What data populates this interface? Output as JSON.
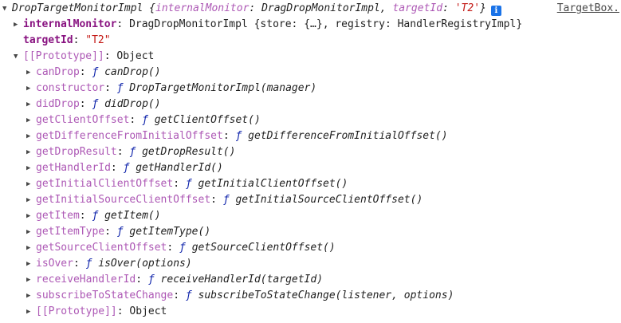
{
  "header": {
    "summary_prefix": "DropTargetMonitorImpl {",
    "k1": "internalMonitor",
    "v1": "DragDropMonitorImpl",
    "k2": "targetId",
    "v2": "'T2'",
    "summary_suffix": "}",
    "source_link": "TargetBox.",
    "info_icon": "i"
  },
  "props": {
    "internalMonitor": {
      "key": "internalMonitor",
      "value": "DragDropMonitorImpl {store: {…}, registry: HandlerRegistryImpl}"
    },
    "targetId": {
      "key": "targetId",
      "value": "\"T2\""
    }
  },
  "prototype": {
    "label": "[[Prototype]]",
    "value": "Object",
    "methods": [
      {
        "key": "canDrop",
        "sig": "canDrop()"
      },
      {
        "key": "constructor",
        "sig": "DropTargetMonitorImpl(manager)"
      },
      {
        "key": "didDrop",
        "sig": "didDrop()"
      },
      {
        "key": "getClientOffset",
        "sig": "getClientOffset()"
      },
      {
        "key": "getDifferenceFromInitialOffset",
        "sig": "getDifferenceFromInitialOffset()"
      },
      {
        "key": "getDropResult",
        "sig": "getDropResult()"
      },
      {
        "key": "getHandlerId",
        "sig": "getHandlerId()"
      },
      {
        "key": "getInitialClientOffset",
        "sig": "getInitialClientOffset()"
      },
      {
        "key": "getInitialSourceClientOffset",
        "sig": "getInitialSourceClientOffset()"
      },
      {
        "key": "getItem",
        "sig": "getItem()"
      },
      {
        "key": "getItemType",
        "sig": "getItemType()"
      },
      {
        "key": "getSourceClientOffset",
        "sig": "getSourceClientOffset()"
      },
      {
        "key": "isOver",
        "sig": "isOver(options)"
      },
      {
        "key": "receiveHandlerId",
        "sig": "receiveHandlerId(targetId)"
      },
      {
        "key": "subscribeToStateChange",
        "sig": "subscribeToStateChange(listener, options)"
      }
    ],
    "nested": {
      "label": "[[Prototype]]",
      "value": "Object"
    }
  },
  "glyphs": {
    "arrow_collapsed": "▶",
    "arrow_expanded": "▼",
    "function_marker": "ƒ",
    "colon": ":"
  },
  "colors": {
    "key": "#881280",
    "string": "#c41a16",
    "function": "#0d22aa",
    "info_icon": "#1a73e8"
  }
}
